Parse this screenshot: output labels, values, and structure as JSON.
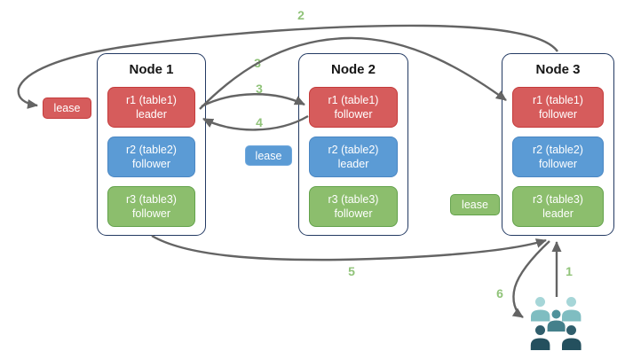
{
  "nodes": [
    {
      "title": "Node 1",
      "replicas": [
        {
          "label": "r1 (table1)",
          "role": "leader",
          "color": "red"
        },
        {
          "label": "r2 (table2)",
          "role": "follower",
          "color": "blue"
        },
        {
          "label": "r3 (table3)",
          "role": "follower",
          "color": "green"
        }
      ]
    },
    {
      "title": "Node 2",
      "replicas": [
        {
          "label": "r1 (table1)",
          "role": "follower",
          "color": "red"
        },
        {
          "label": "r2 (table2)",
          "role": "leader",
          "color": "blue"
        },
        {
          "label": "r3 (table3)",
          "role": "follower",
          "color": "green"
        }
      ]
    },
    {
      "title": "Node 3",
      "replicas": [
        {
          "label": "r1 (table1)",
          "role": "follower",
          "color": "red"
        },
        {
          "label": "r2 (table2)",
          "role": "follower",
          "color": "blue"
        },
        {
          "label": "r3 (table3)",
          "role": "leader",
          "color": "green"
        }
      ]
    }
  ],
  "leases": [
    {
      "label": "lease",
      "color": "red"
    },
    {
      "label": "lease",
      "color": "blue"
    },
    {
      "label": "lease",
      "color": "green"
    }
  ],
  "step_labels": {
    "s1": "1",
    "s2": "2",
    "s3a": "3",
    "s3b": "3",
    "s4": "4",
    "s5": "5",
    "s6": "6"
  },
  "colors": {
    "red_fill": "#d65c5c",
    "red_stroke": "#c43b3b",
    "blue_fill": "#5b9bd5",
    "blue_stroke": "#4a86c2",
    "green_fill": "#8cbe6d",
    "green_stroke": "#63a24b",
    "node_stroke": "#233a63",
    "arrow": "#646464",
    "step_label": "#90c379",
    "users_light": "#a6d6d8",
    "users_light_body": "#7fbdc1",
    "users_medium": "#4f929b",
    "users_medium_body": "#45808b",
    "users_dark": "#305e6c",
    "users_dark_body": "#24505e"
  }
}
